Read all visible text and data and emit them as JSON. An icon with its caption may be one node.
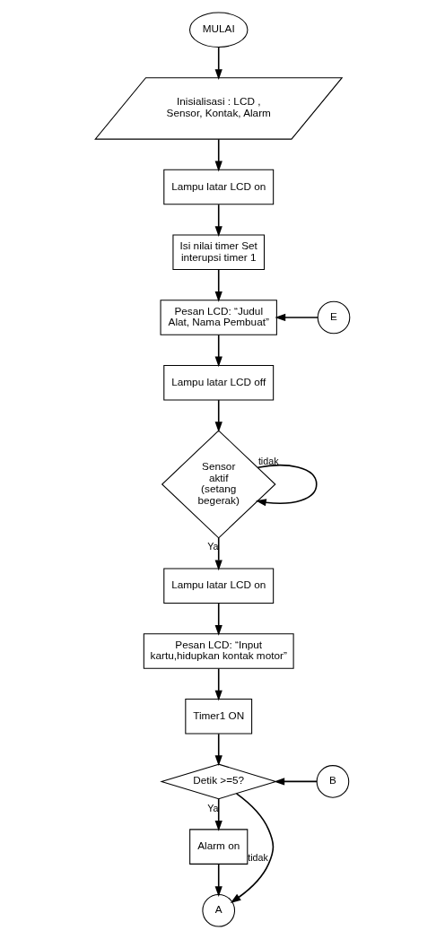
{
  "diagram": {
    "nodes": [
      {
        "text": [
          "MULAI"
        ]
      },
      {
        "text": [
          "Inisialisasi : LCD , Sensor, Kontak, Alarm"
        ]
      },
      {
        "text": [
          "Lampu latar LCD on"
        ]
      },
      {
        "text": [
          "Isi nilai timer Set interupsi timer 1"
        ]
      },
      {
        "text": [
          "E"
        ]
      },
      {
        "text": [
          "Pesan LCD: “Judul Alat, Nama Pembuat”"
        ]
      },
      {
        "text": [
          "Lampu latar LCD off"
        ]
      },
      {
        "text": [
          "Sensor aktif (setang begerak)"
        ]
      },
      {
        "text": [
          "Lampu latar LCD on"
        ]
      },
      {
        "text": [
          "Pesan LCD: “Input kartu,hidupkan kontak motor”"
        ]
      },
      {
        "text": [
          "Timer1 ON"
        ]
      },
      {
        "text": [
          "B"
        ]
      },
      {
        "text": [
          "Detik >=5?"
        ]
      },
      {
        "text": [
          "Alarm on"
        ]
      },
      {
        "text": [
          "A"
        ]
      }
    ],
    "edges": [
      {
        "from": 0,
        "to": 1,
        "arrow": "to"
      },
      {
        "from": 1,
        "to": 2,
        "arrow": "to"
      },
      {
        "from": 2,
        "to": 3,
        "arrow": "to"
      },
      {
        "from": 3,
        "to": 5,
        "arrow": "to"
      },
      {
        "from": 4,
        "to": 5,
        "arrow": "to"
      },
      {
        "from": 5,
        "to": 6,
        "arrow": "to"
      },
      {
        "from": 6,
        "to": 7,
        "arrow": "to"
      },
      {
        "from": 7,
        "to": 7,
        "arrow": "to",
        "label": "tidak"
      },
      {
        "from": 7,
        "to": 8,
        "arrow": "to",
        "label": "Ya"
      },
      {
        "from": 8,
        "to": 9,
        "arrow": "to"
      },
      {
        "from": 9,
        "to": 10,
        "arrow": "to"
      },
      {
        "from": 10,
        "to": 12,
        "arrow": "to"
      },
      {
        "from": 11,
        "to": 12,
        "arrow": "to"
      },
      {
        "from": 12,
        "to": 13,
        "arrow": "to",
        "label": "Ya"
      },
      {
        "from": 12,
        "to": 14,
        "arrow": "to",
        "label": "tidak"
      },
      {
        "from": 13,
        "to": 14,
        "arrow": "to"
      }
    ]
  }
}
